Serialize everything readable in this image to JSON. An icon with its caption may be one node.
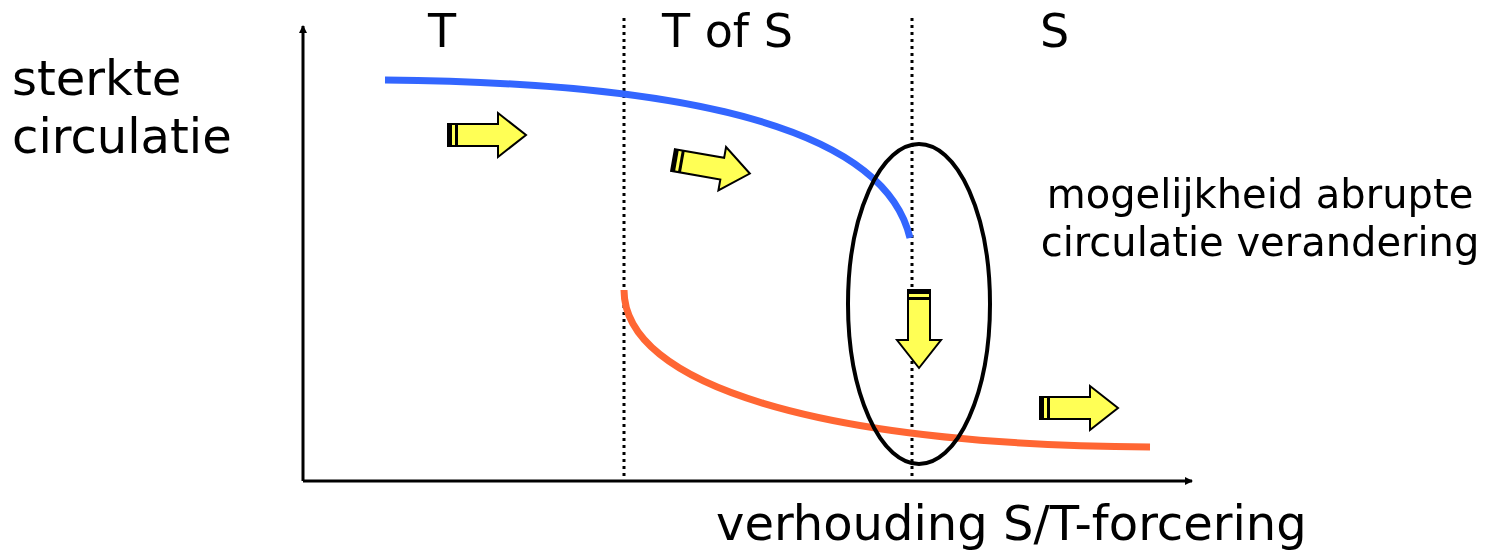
{
  "diagram": {
    "labels": [
      "T",
      "T of S",
      "S",
      "sterkte circulatie",
      "mogelijkheid abrupte circulatie verandering",
      "verhouding S/T-forcering"
    ]
  }
}
